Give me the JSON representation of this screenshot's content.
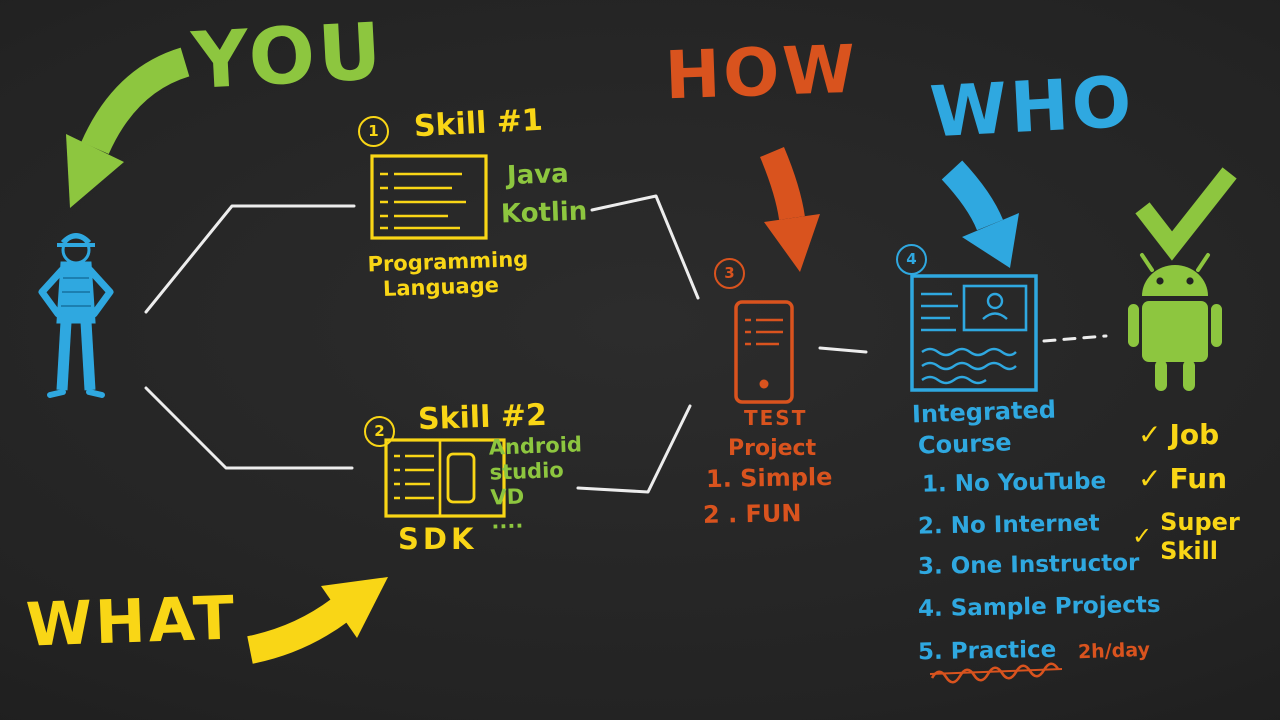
{
  "colors": {
    "background": "#232323",
    "green": "#8dc63f",
    "blue": "#2fa8e0",
    "orange": "#d9531e",
    "yellow": "#f9d616",
    "white": "#ededed"
  },
  "headings": {
    "you": "YOU",
    "how": "HOW",
    "who": "WHO",
    "what": "WHAT"
  },
  "skill1": {
    "number": "1",
    "title": "Skill #1",
    "languages": [
      "Java",
      "Kotlin"
    ],
    "caption_line1": "Programming",
    "caption_line2": "Language"
  },
  "skill2": {
    "number": "2",
    "title": "Skill #2",
    "tools": [
      "Android",
      "studio",
      "VD",
      "...."
    ],
    "caption": "SDK"
  },
  "test_project": {
    "number": "3",
    "title_line1": "TEST",
    "title_line2": "Project",
    "items": [
      "1. Simple",
      "2 . FUN"
    ]
  },
  "course": {
    "number": "4",
    "title_line1": "Integrated",
    "title_line2": "Course",
    "items": [
      "1. No YouTube",
      "2. No Internet",
      "3. One Instructor",
      "4. Sample Projects",
      "5. Practice"
    ],
    "practice_note": "2h/day"
  },
  "outcomes": {
    "check": "✓",
    "items": [
      "Job",
      "Fun",
      "Super Skill"
    ]
  }
}
